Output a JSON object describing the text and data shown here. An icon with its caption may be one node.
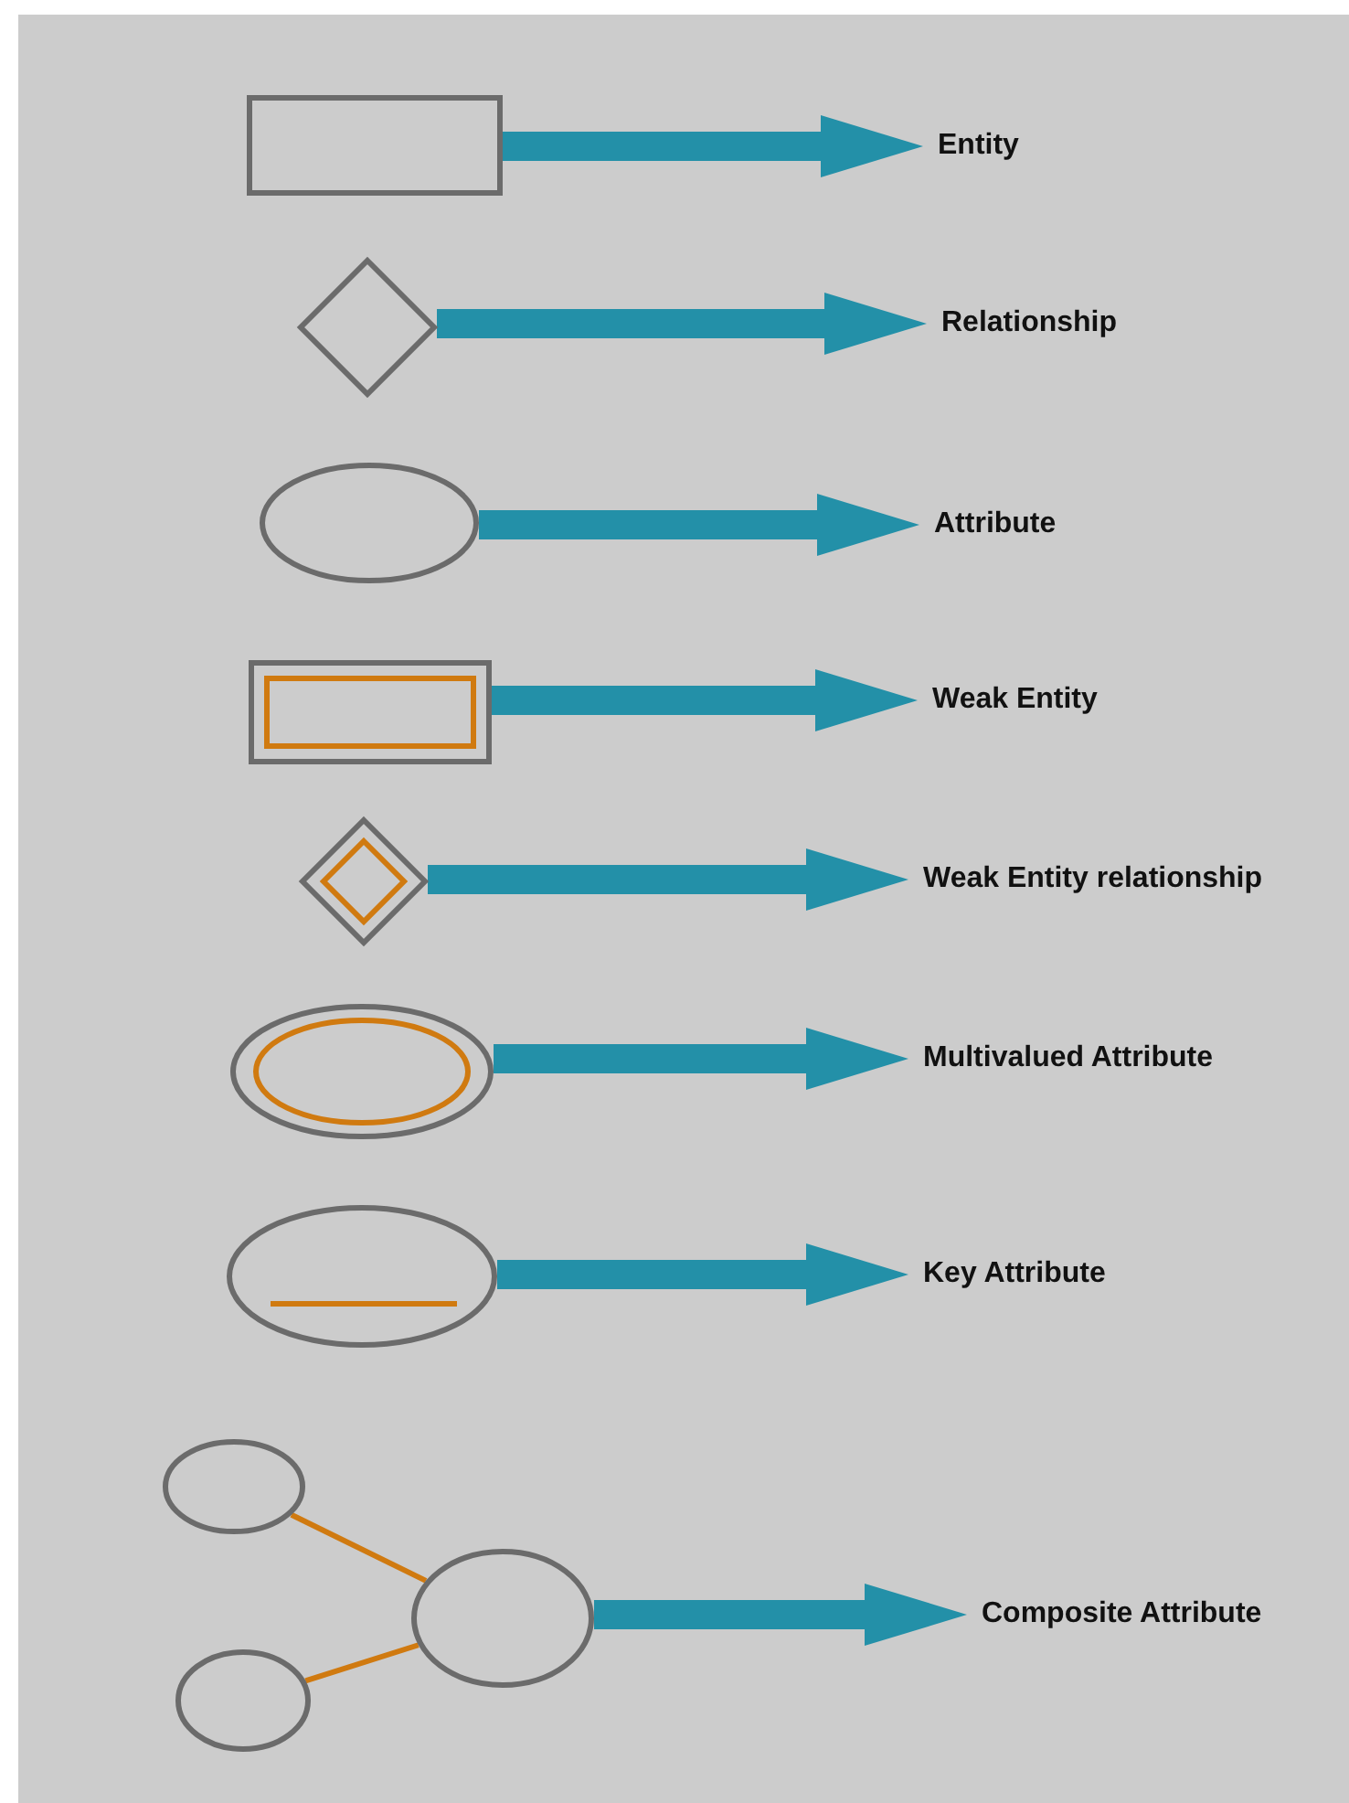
{
  "diagram": {
    "nodes": [
      {
        "text": [],
        "shape": "box"
      },
      {
        "text": [
          "Entity"
        ]
      },
      {
        "text": [],
        "shape": "diamond"
      },
      {
        "text": [
          "Relationship"
        ]
      },
      {
        "text": [],
        "shape": "ellipse"
      },
      {
        "text": [
          "Attribute"
        ]
      },
      {
        "text": [],
        "shape": "box"
      },
      {
        "text": [
          "Weak Entity"
        ]
      },
      {
        "text": [],
        "shape": "diamond"
      },
      {
        "text": [
          "Weak Entity relationship"
        ]
      },
      {
        "text": [],
        "shape": "ellipse"
      },
      {
        "text": [
          "Multivalued Attribute"
        ]
      },
      {
        "text": [],
        "shape": "ellipse"
      },
      {
        "text": [
          "Key Attribute"
        ]
      },
      {
        "text": [],
        "shape": "ellipse"
      },
      {
        "text": [],
        "shape": "ellipse"
      },
      {
        "text": [],
        "shape": "ellipse"
      },
      {
        "text": [
          "Composite Attribute"
        ]
      }
    ],
    "edges": [
      {
        "from": 0,
        "to": 1,
        "arrow": "to"
      },
      {
        "from": 2,
        "to": 3,
        "arrow": "to"
      },
      {
        "from": 4,
        "to": 5,
        "arrow": "to"
      },
      {
        "from": 6,
        "to": 7,
        "arrow": "to"
      },
      {
        "from": 8,
        "to": 9,
        "arrow": "to"
      },
      {
        "from": 10,
        "to": 11,
        "arrow": "to"
      },
      {
        "from": 12,
        "to": 13,
        "arrow": "to"
      },
      {
        "from": 14,
        "to": 16,
        "arrow": "none",
        "color": "#d07a10"
      },
      {
        "from": 15,
        "to": 16,
        "arrow": "none",
        "color": "#d07a10"
      },
      {
        "from": 16,
        "to": 17,
        "arrow": "to"
      }
    ]
  }
}
